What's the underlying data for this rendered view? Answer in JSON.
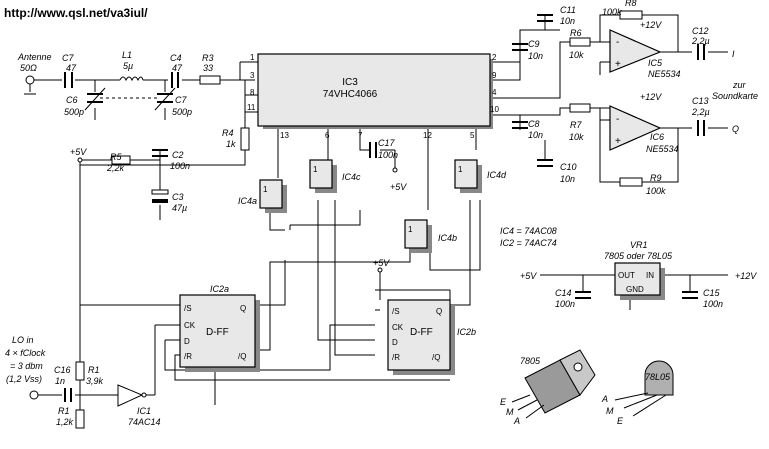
{
  "header": {
    "url": "http://www.qsl.net/va3iul/"
  },
  "labels": {
    "antenna": "Antenne",
    "antenna_imp": "50Ω",
    "lo_in": "LO in",
    "lo_freq": "4 × fClock",
    "lo_level": "= 3 dbm",
    "lo_vpp": "(1,2 Vss)",
    "soundcard_1": "zur",
    "soundcard_2": "Soundkarte",
    "out_i": "I",
    "out_q": "Q",
    "note_ic4": "IC4 = 74AC08",
    "note_ic2": "IC2 = 74AC74",
    "pkg_7805": "7805",
    "pkg_78l05": "78L05",
    "pin_e": "E",
    "pin_m": "M",
    "pin_a": "A"
  },
  "ics": {
    "ic3": {
      "name": "IC3",
      "part": "74VHC4066"
    },
    "ic5": {
      "name": "IC5",
      "part": "NE5534"
    },
    "ic6": {
      "name": "IC6",
      "part": "NE5534"
    },
    "ic1": {
      "name": "IC1",
      "part": "74AC14"
    },
    "ic2a": {
      "name": "IC2a",
      "type": "D-FF"
    },
    "ic2b": {
      "name": "IC2b",
      "type": "D-FF"
    },
    "ic4a": "IC4a",
    "ic4b": "IC4b",
    "ic4c": "IC4c",
    "ic4d": "IC4d",
    "vr1": {
      "name": "VR1",
      "part": "7805 oder 78L05",
      "out": "OUT",
      "in": "IN",
      "gnd": "GND"
    }
  },
  "ff_pins": {
    "s": "/S",
    "ck": "CK",
    "d": "D",
    "r": "/R",
    "q": "Q",
    "nq": "/Q"
  },
  "components": {
    "c7a": {
      "ref": "C7",
      "val": "47"
    },
    "l1": {
      "ref": "L1",
      "val": "5µ"
    },
    "c4": {
      "ref": "C4",
      "val": "47"
    },
    "r3": {
      "ref": "R3",
      "val": "33"
    },
    "c6": {
      "ref": "C6",
      "val": "500p"
    },
    "c7b": {
      "ref": "C7",
      "val": "500p"
    },
    "r4": {
      "ref": "R4",
      "val": "1k"
    },
    "r5": {
      "ref": "R5",
      "val": "2,2k"
    },
    "c2": {
      "ref": "C2",
      "val": "100n"
    },
    "c3": {
      "ref": "C3",
      "val": "47µ"
    },
    "c17": {
      "ref": "C17",
      "val": "100n"
    },
    "c11": {
      "ref": "C11",
      "val": "10n"
    },
    "c9": {
      "ref": "C9",
      "val": "10n"
    },
    "r6": {
      "ref": "R6",
      "val": "10k"
    },
    "r8": {
      "ref": "R8",
      "val": "100k"
    },
    "c12": {
      "ref": "C12",
      "val": "2,2µ"
    },
    "c8": {
      "ref": "C8",
      "val": "10n"
    },
    "r7": {
      "ref": "R7",
      "val": "10k"
    },
    "c10": {
      "ref": "C10",
      "val": "10n"
    },
    "r9": {
      "ref": "R9",
      "val": "100k"
    },
    "c13": {
      "ref": "C13",
      "val": "2,2µ"
    },
    "c16": {
      "ref": "C16",
      "val": "1n"
    },
    "r1a": {
      "ref": "R1",
      "val": "3,9k"
    },
    "r1b": {
      "ref": "R1",
      "val": "1,2k"
    },
    "c14": {
      "ref": "C14",
      "val": "100n"
    },
    "c15": {
      "ref": "C15",
      "val": "100n"
    }
  },
  "supply": {
    "p5": "+5V",
    "p12": "+12V"
  }
}
